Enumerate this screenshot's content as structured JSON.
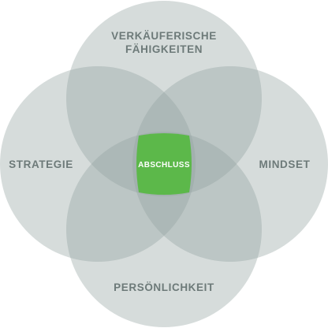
{
  "colors": {
    "circle_fill": "#94a3a1",
    "label_text": "#6d7a79",
    "center_fill": "#5cb84a",
    "center_text": "#ffffff"
  },
  "circles": {
    "top": {
      "label_line1": "VERKÄUFERISCHE",
      "label_line2": "FÄHIGKEITEN"
    },
    "left": {
      "label": "STRATEGIE"
    },
    "right": {
      "label": "MINDSET"
    },
    "bottom": {
      "label": "PERSÖNLICHKEIT"
    }
  },
  "center": {
    "label": "ABSCHLUSS"
  }
}
